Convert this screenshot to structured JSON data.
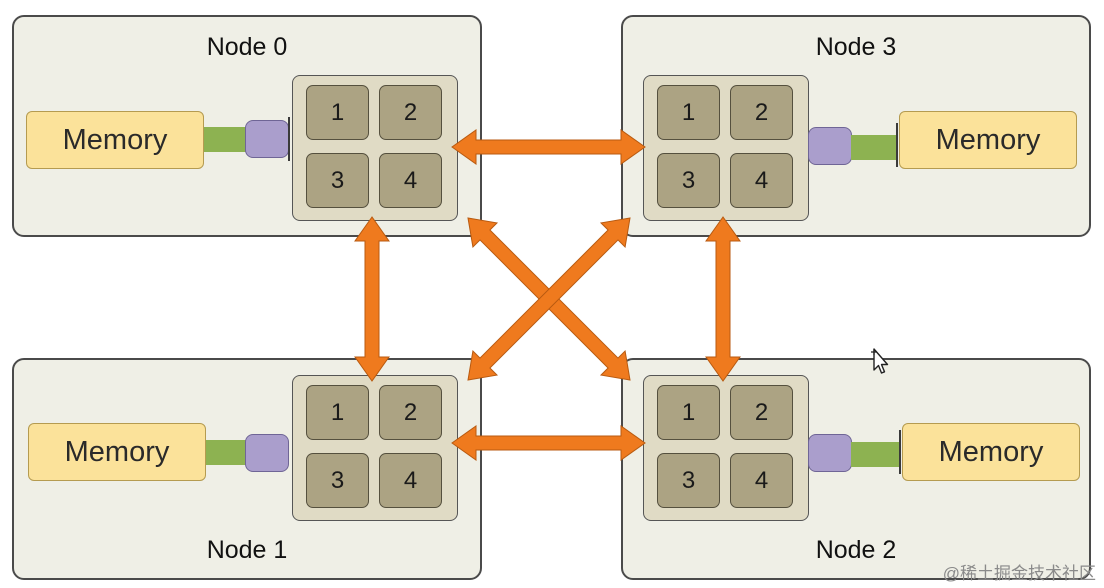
{
  "nodes": [
    {
      "title": "Node 0",
      "memory": "Memory",
      "cores": [
        "1",
        "2",
        "3",
        "4"
      ]
    },
    {
      "title": "Node 1",
      "memory": "Memory",
      "cores": [
        "1",
        "2",
        "3",
        "4"
      ]
    },
    {
      "title": "Node 2",
      "memory": "Memory",
      "cores": [
        "1",
        "2",
        "3",
        "4"
      ]
    },
    {
      "title": "Node 3",
      "memory": "Memory",
      "cores": [
        "1",
        "2",
        "3",
        "4"
      ]
    }
  ],
  "watermark": "@稀土掘金技术社区",
  "colors": {
    "interconnect": "#ef7a1e",
    "memory": "#fbe29a",
    "bus": "#8db251",
    "controller": "#aa9ecc",
    "core": "#aca383",
    "cpu_package": "#e0dbc5",
    "node_background": "#efefe6"
  }
}
